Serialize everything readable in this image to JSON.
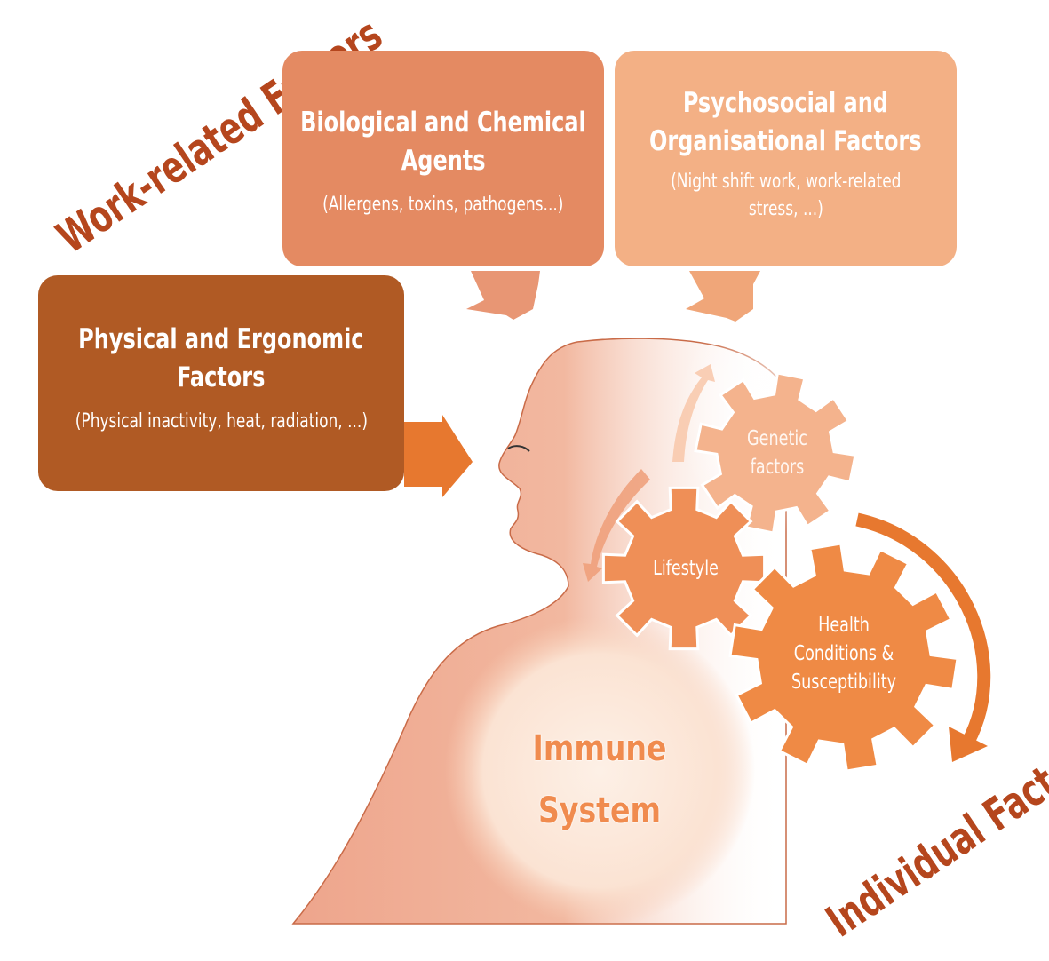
{
  "category_labels": {
    "work": "Work-related Factors",
    "individual": "Individual Factors"
  },
  "boxes": {
    "biological": {
      "title_line1": "Biological and Chemical",
      "title_line2": "Agents",
      "subtitle": "(Allergens, toxins, pathogens...)",
      "color": "#e48a62"
    },
    "psychosocial": {
      "title_line1": "Psychosocial and",
      "title_line2": "Organisational Factors",
      "subtitle_line1": "(Night shift work, work-related",
      "subtitle_line2": "stress, ...)",
      "color": "#f3b085"
    },
    "physical": {
      "title_line1": "Physical and Ergonomic",
      "title_line2": "Factors",
      "subtitle": "(Physical inactivity, heat, radiation, ...)",
      "color": "#b05a24"
    }
  },
  "gears": {
    "genetic": {
      "line1": "Genetic",
      "line2": "factors",
      "color": "#f4b38d"
    },
    "lifestyle": {
      "label": "Lifestyle",
      "color": "#ef8f57"
    },
    "health": {
      "line1": "Health",
      "line2": "Conditions &",
      "line3": "Susceptibility",
      "color": "#ef8a45"
    }
  },
  "center": {
    "line1": "Immune",
    "line2": "System",
    "color": "#f08b4e"
  },
  "icons": [
    "arrow-down-icon",
    "arrow-right-icon",
    "cycle-arrow-icon",
    "curved-arrow-icon",
    "person-silhouette",
    "gear-icon"
  ]
}
